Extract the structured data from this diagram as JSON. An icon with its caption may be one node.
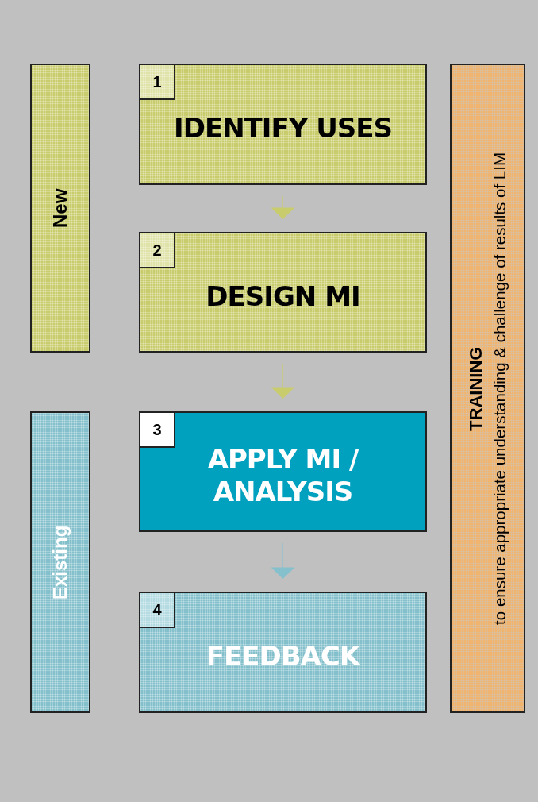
{
  "diagram": {
    "nodes": [
      {
        "text": [
          "New"
        ]
      },
      {
        "text": [
          "IDENTIFY USES"
        ]
      },
      {
        "text": [
          "1"
        ],
        "in": 1
      },
      {
        "text": [
          "DESIGN MI"
        ]
      },
      {
        "text": [
          "2"
        ],
        "in": 3
      },
      {
        "text": [
          "APPLY MI / ANALYSIS"
        ]
      },
      {
        "text": [
          "3"
        ],
        "in": 5
      },
      {
        "text": [
          "Existing"
        ]
      },
      {
        "text": [
          "FEEDBACK"
        ]
      },
      {
        "text": [
          "4"
        ],
        "in": 8
      },
      {
        "text": [
          "TRAINING",
          "to ensure appropriate understanding & challenge of results of LIM"
        ]
      }
    ],
    "edges": [
      {
        "from": 1,
        "to": 3,
        "arrow": "to"
      },
      {
        "from": 3,
        "to": 5,
        "arrow": "to"
      },
      {
        "from": 5,
        "to": 8,
        "arrow": "to",
        "color": "#86c0cc"
      }
    ]
  }
}
